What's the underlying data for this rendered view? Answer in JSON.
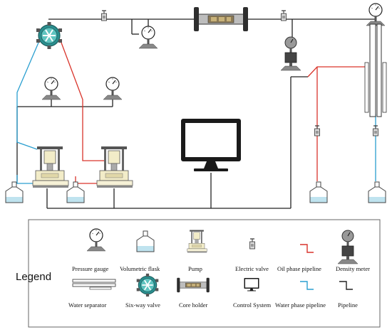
{
  "legend": {
    "title": "Legend",
    "items": {
      "pressure_gauge": "Pressure gauge",
      "volumetric_flask": "Volumetric flask",
      "pump": "Pump",
      "electric_valve": "Electric valve",
      "oil_phase_pipeline": "Oil phase pipeline",
      "density_meter": "Density meter",
      "water_separator": "Water separator",
      "six_way_valve": "Six-way valve",
      "core_holder": "Core holder",
      "control_system": "Control System",
      "water_phase_pipeline": "Water phase pipeline",
      "pipeline": "Pipeline"
    }
  },
  "colors": {
    "pipeline": "#222222",
    "oil_phase": "#d9342b",
    "water_phase": "#2a9fd0",
    "six_way_valve": "#2a8f8f",
    "pump_body": "#f2ecc8",
    "legend_border": "#666666"
  },
  "icons": [
    "pressure-gauge-icon",
    "volumetric-flask-icon",
    "pump-icon",
    "electric-valve-icon",
    "density-meter-icon",
    "water-separator-icon",
    "six-way-valve-icon",
    "core-holder-icon",
    "monitor-icon"
  ]
}
